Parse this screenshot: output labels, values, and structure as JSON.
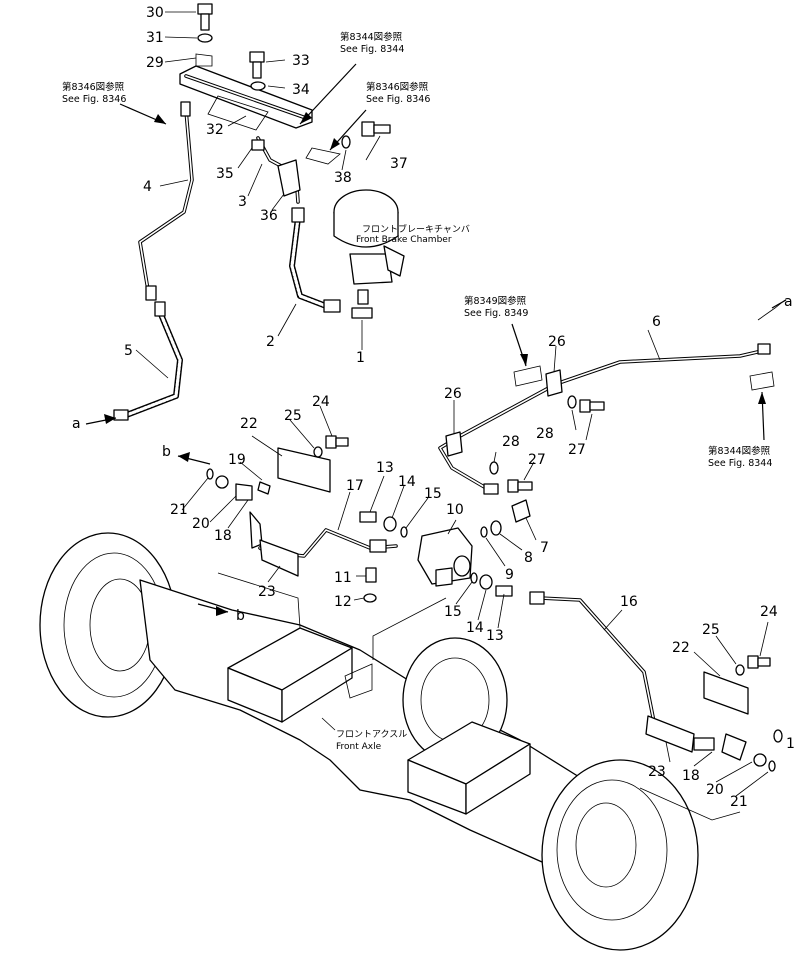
{
  "callouts": {
    "n1": "1",
    "n2": "2",
    "n3": "3",
    "n4": "4",
    "n5": "5",
    "n6": "6",
    "n7": "7",
    "n8": "8",
    "n9": "9",
    "n10": "10",
    "n11": "11",
    "n12": "12",
    "n13a": "13",
    "n13b": "13",
    "n14a": "14",
    "n14b": "14",
    "n15a": "15",
    "n15b": "15",
    "n16": "16",
    "n17": "17",
    "n18a": "18",
    "n18b": "18",
    "n19a": "19",
    "n19b": "1",
    "n20a": "20",
    "n20b": "20",
    "n21a": "21",
    "n21b": "21",
    "n22a": "22",
    "n22b": "22",
    "n23a": "23",
    "n23b": "23",
    "n24a": "24",
    "n24b": "24",
    "n25a": "25",
    "n25b": "25",
    "n26a": "26",
    "n26b": "26",
    "n27a": "27",
    "n27b": "27",
    "n28a": "28",
    "n28b": "28",
    "n29": "29",
    "n30": "30",
    "n31": "31",
    "n32": "32",
    "n33": "33",
    "n34": "34",
    "n35": "35",
    "n36": "36",
    "n37": "37",
    "n38": "38"
  },
  "references": {
    "r8344_top_jp": "第8344図参照",
    "r8344_top_en": "See Fig. 8344",
    "r8346_left_jp": "第8346図参照",
    "r8346_left_en": "See Fig. 8346",
    "r8346_mid_jp": "第8346図参照",
    "r8346_mid_en": "See Fig. 8346",
    "r8349_jp": "第8349図参照",
    "r8349_en": "See Fig. 8349",
    "r8344_right_jp": "第8344図参照",
    "r8344_right_en": "See Fig. 8344"
  },
  "labels": {
    "chamber_jp": "フロントブレーキチャンバ",
    "chamber_en": "Front Brake Chamber",
    "axle_jp": "フロントアクスル",
    "axle_en": "Front Axle"
  },
  "connections": {
    "a_left": "a",
    "a_right": "a",
    "b_left": "b",
    "b_axle": "b"
  }
}
